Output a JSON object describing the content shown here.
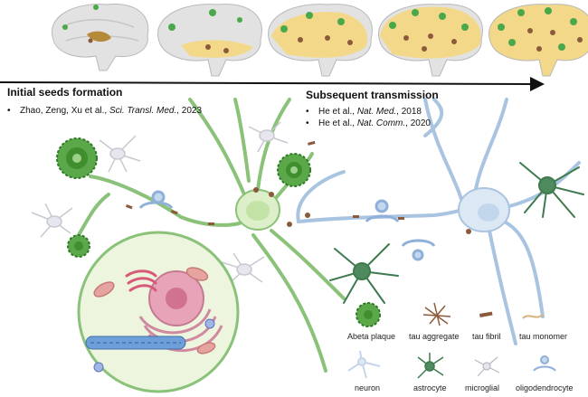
{
  "headings": {
    "initial": "Initial seeds formation",
    "subsequent": "Subsequent transmission"
  },
  "references": {
    "initial": [
      {
        "authors": "Zhao, Zeng, Xu et al., ",
        "journal": "Sci. Transl. Med.",
        "year": ", 2023"
      }
    ],
    "subsequent": [
      {
        "authors": "He et al., ",
        "journal": "Nat. Med.",
        "year": ", 2018"
      },
      {
        "authors": "He et al., ",
        "journal": "Nat. Comm.",
        "year": ", 2020"
      }
    ]
  },
  "legend": {
    "row1": [
      "Abeta plaque",
      "tau aggregate",
      "tau fibril",
      "tau monomer"
    ],
    "row2": [
      "neuron",
      "astrocyte",
      "microglial",
      "oligodendrocyte"
    ]
  },
  "colors": {
    "neuron_green": "#8bc27a",
    "neuron_blue": "#a9c4e0",
    "plaque_green": "#3f8f2f",
    "brain_gray": "#d9d9d9",
    "brain_yellow": "#f3d88a",
    "tau_brown": "#8a5a3a",
    "astro_green": "#3e7a4e",
    "nucleus_pink": "#e7a3b8",
    "mito_pink": "#d98a8a",
    "cell_bg": "#eef5de"
  },
  "brain_stages": [
    {
      "yellow_fraction": 0.05
    },
    {
      "yellow_fraction": 0.3
    },
    {
      "yellow_fraction": 0.55
    },
    {
      "yellow_fraction": 0.75
    },
    {
      "yellow_fraction": 0.9
    }
  ]
}
